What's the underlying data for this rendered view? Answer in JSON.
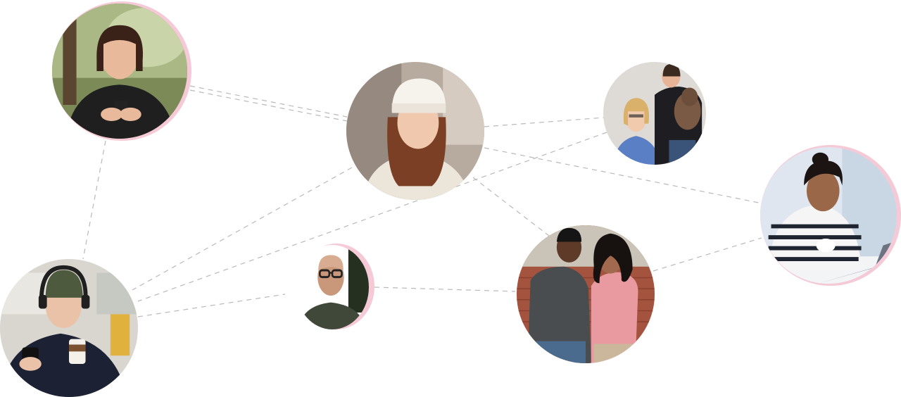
{
  "people": [
    {
      "id": "woman-phone-park",
      "icon": "person-avatar-icon",
      "accent": "#f6c9d6"
    },
    {
      "id": "woman-white-beanie",
      "icon": "person-avatar-icon"
    },
    {
      "id": "couple-with-dog",
      "icon": "person-avatar-icon"
    },
    {
      "id": "woman-laptop-coffee",
      "icon": "person-avatar-icon",
      "accent": "#f6c9d6"
    },
    {
      "id": "man-headphones-coffee",
      "icon": "person-avatar-icon"
    },
    {
      "id": "bald-man-glasses",
      "icon": "person-avatar-icon",
      "accent": "#f6c9d6"
    },
    {
      "id": "couple-looking-phone",
      "icon": "person-avatar-icon"
    }
  ],
  "connections": [
    [
      "woman-phone-park",
      "woman-white-beanie"
    ],
    [
      "woman-phone-park",
      "man-headphones-coffee"
    ],
    [
      "woman-white-beanie",
      "couple-with-dog"
    ],
    [
      "woman-white-beanie",
      "woman-laptop-coffee"
    ],
    [
      "woman-white-beanie",
      "couple-looking-phone"
    ],
    [
      "woman-white-beanie",
      "man-headphones-coffee"
    ],
    [
      "couple-with-dog",
      "man-headphones-coffee"
    ],
    [
      "man-headphones-coffee",
      "bald-man-glasses"
    ],
    [
      "bald-man-glasses",
      "couple-looking-phone"
    ],
    [
      "couple-looking-phone",
      "woman-laptop-coffee"
    ]
  ]
}
